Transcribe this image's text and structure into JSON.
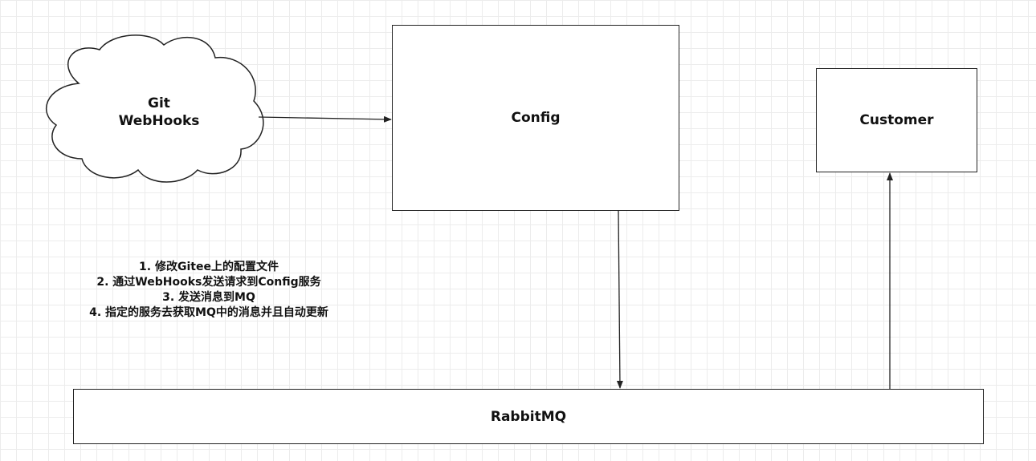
{
  "nodes": {
    "cloud": {
      "line1": "Git",
      "line2": "WebHooks"
    },
    "config": "Config",
    "customer": "Customer",
    "rabbitmq": "RabbitMQ"
  },
  "steps": [
    "1. 修改Gitee上的配置文件",
    "2. 通过WebHooks发送请求到Config服务",
    "3. 发送消息到MQ",
    "4. 指定的服务去获取MQ中的消息并且自动更新"
  ],
  "edges": [
    {
      "from": "Git WebHooks",
      "to": "Config"
    },
    {
      "from": "Config",
      "to": "RabbitMQ"
    },
    {
      "from": "RabbitMQ",
      "to": "Customer"
    }
  ]
}
